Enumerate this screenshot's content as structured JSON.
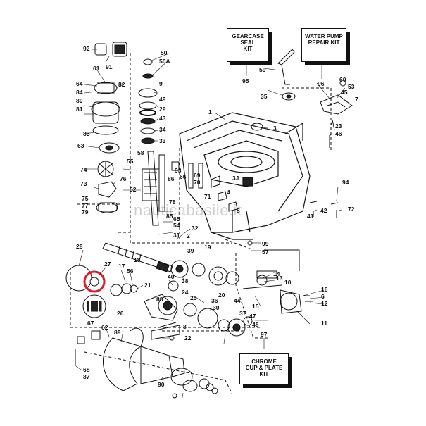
{
  "diagram": {
    "kits": {
      "gearcase": {
        "line1": "GEARCASE",
        "line2": "SEAL",
        "line3": "KIT",
        "ref": "95"
      },
      "water_pump": {
        "line1": "WATER PUMP",
        "line2": "REPAIR KIT",
        "ref": "96"
      },
      "chrome": {
        "line1": "CHROME",
        "line2": "CUP & PLATE",
        "line3": "KIT",
        "ref": "97"
      }
    },
    "watermark": "nauticabasile.it",
    "highlight_color": "#d4202a",
    "part_numbers": [
      "92",
      "91",
      "50",
      "50A",
      "61",
      "9",
      "64",
      "84",
      "82",
      "49",
      "80",
      "29",
      "81",
      "43",
      "83",
      "34",
      "63",
      "33",
      "58",
      "55",
      "74",
      "93",
      "69",
      "70",
      "76",
      "86",
      "66",
      "73",
      "52",
      "3A",
      "75",
      "77",
      "79",
      "78",
      "4",
      "5",
      "42",
      "41",
      "72",
      "54",
      "65",
      "31",
      "32",
      "39",
      "28",
      "27",
      "17",
      "56",
      "21",
      "40",
      "38",
      "16",
      "6",
      "12",
      "11",
      "18",
      "19",
      "14",
      "15",
      "20",
      "44",
      "10",
      "24",
      "25",
      "26",
      "88",
      "8",
      "36",
      "30",
      "37",
      "23",
      "60",
      "53",
      "45",
      "7",
      "46",
      "47",
      "48",
      "62",
      "89",
      "22",
      "68",
      "87",
      "90",
      "35",
      "59",
      "1",
      "2",
      "3",
      "13",
      "57",
      "67",
      "71",
      "85",
      "94",
      "99"
    ]
  }
}
